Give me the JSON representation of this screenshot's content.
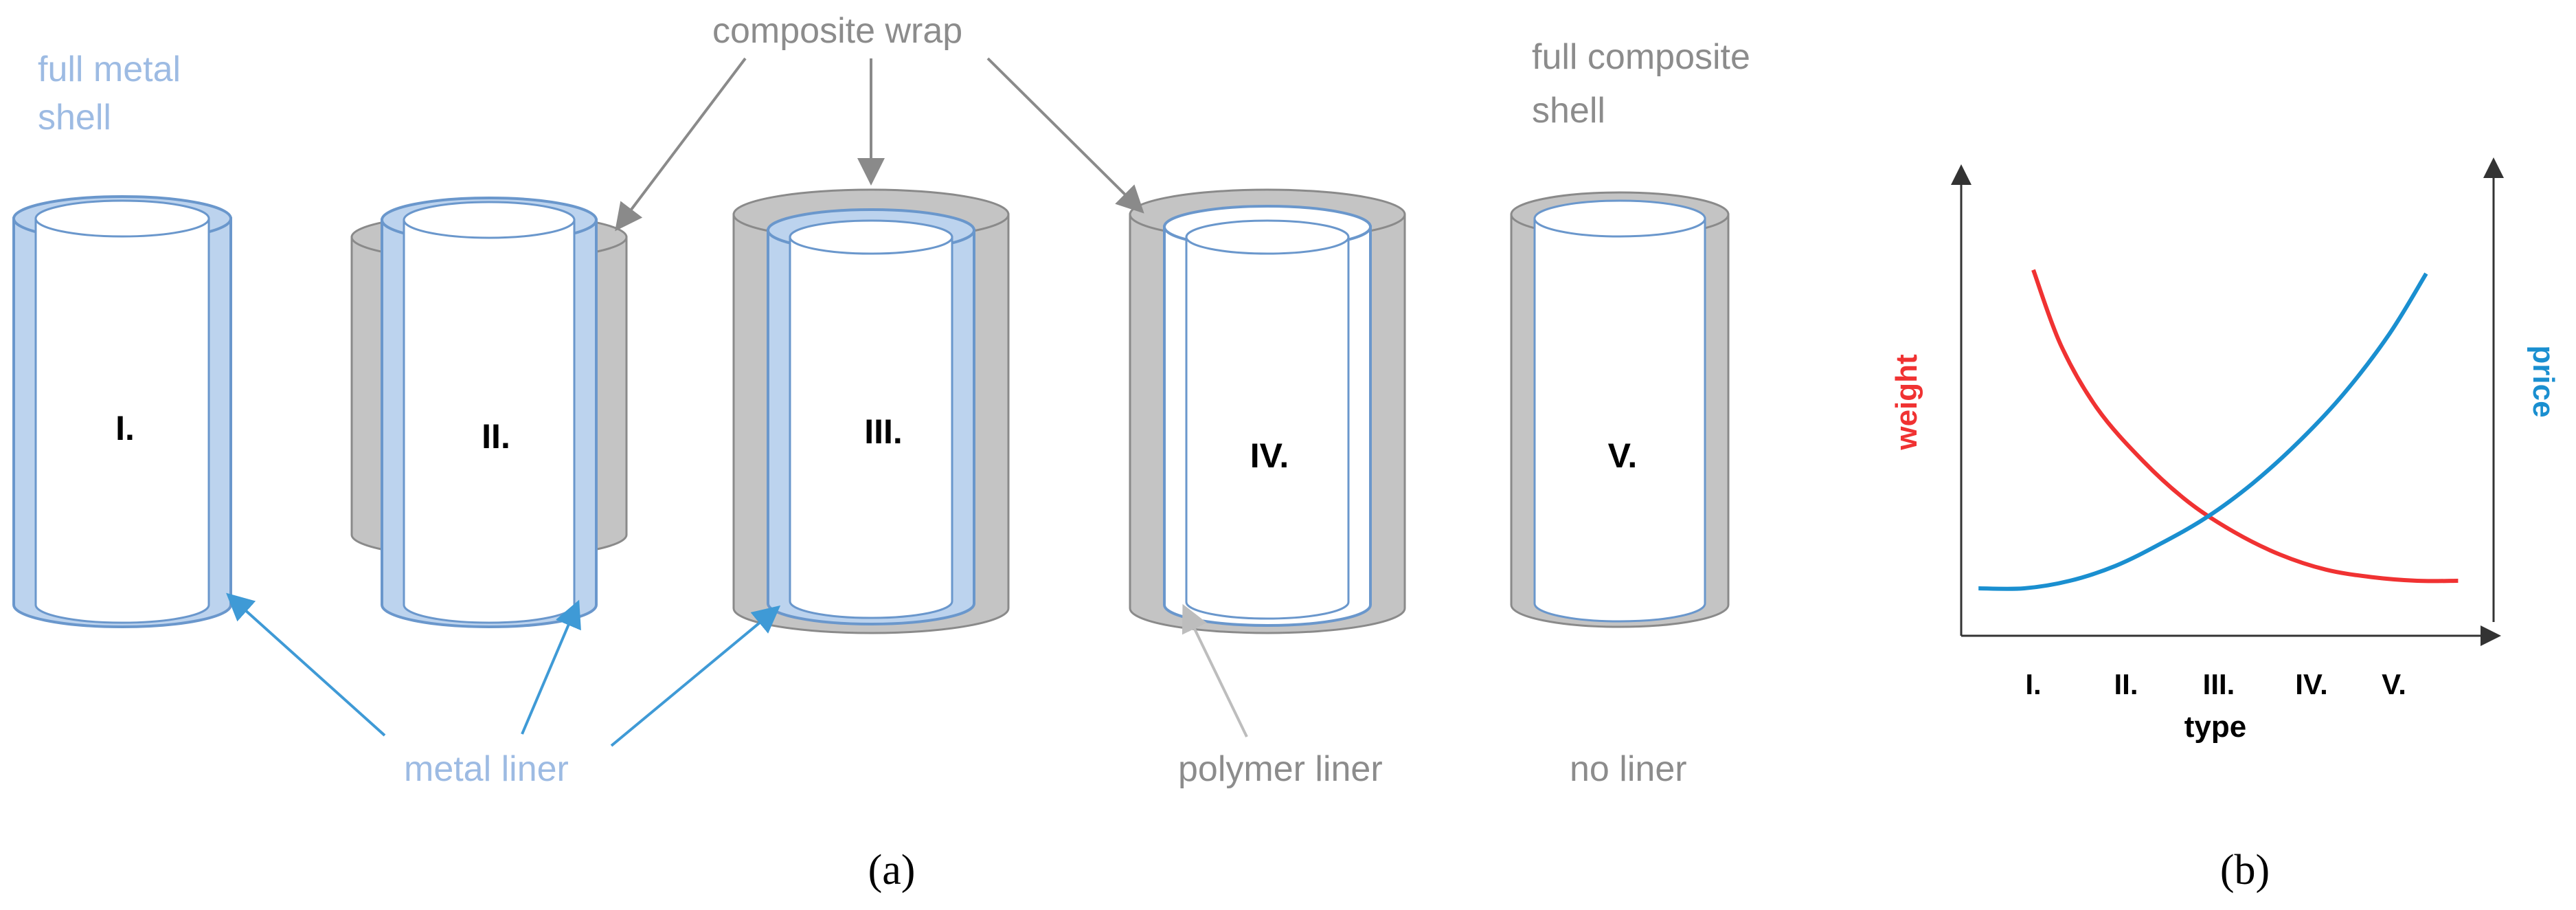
{
  "panel_a": {
    "types": [
      {
        "id": "I",
        "label": "I."
      },
      {
        "id": "II",
        "label": "II."
      },
      {
        "id": "III",
        "label": "III."
      },
      {
        "id": "IV",
        "label": "IV."
      },
      {
        "id": "V",
        "label": "V."
      }
    ],
    "annotations": {
      "full_metal_shell": [
        "full metal",
        "shell"
      ],
      "composite_wrap": "composite wrap",
      "full_composite_shell": [
        "full composite",
        "shell"
      ],
      "metal_liner": "metal liner",
      "polymer_liner": "polymer liner",
      "no_liner": "no liner"
    },
    "colors": {
      "metal": "#bcd3ee",
      "metal_edge": "#6a97cc",
      "composite": "#c4c4c4",
      "composite_edge": "#8a8a8a",
      "arrow_blue": "#3f9ad6",
      "arrow_gray": "#8a8a8a",
      "arrow_light": "#bdbdbd"
    },
    "caption": "(a)"
  },
  "panel_b": {
    "caption": "(b)",
    "chart_data": {
      "type": "line",
      "categories": [
        "I.",
        "II.",
        "III.",
        "IV.",
        "V."
      ],
      "xlabel": "type",
      "ylabel_left": "weight",
      "ylabel_right": "price",
      "grid": false,
      "series": [
        {
          "name": "weight",
          "axis": "left",
          "color": "#f03232",
          "x": [
            0.6,
            0.9,
            1.3,
            1.8,
            2.3,
            2.8,
            3.3,
            3.8,
            4.3,
            4.8,
            5.25
          ],
          "y": [
            0.94,
            0.74,
            0.57,
            0.43,
            0.32,
            0.24,
            0.18,
            0.14,
            0.12,
            0.11,
            0.11
          ]
        },
        {
          "name": "price",
          "axis": "right",
          "color": "#1a8fd0",
          "x": [
            0.0,
            0.5,
            1.0,
            1.5,
            2.0,
            2.5,
            3.0,
            3.5,
            4.0,
            4.5,
            4.9
          ],
          "y": [
            0.09,
            0.09,
            0.11,
            0.15,
            0.21,
            0.28,
            0.37,
            0.48,
            0.61,
            0.77,
            0.93
          ]
        }
      ],
      "xlim": [
        -0.5,
        5.8
      ],
      "ylim": [
        0,
        1
      ]
    }
  }
}
